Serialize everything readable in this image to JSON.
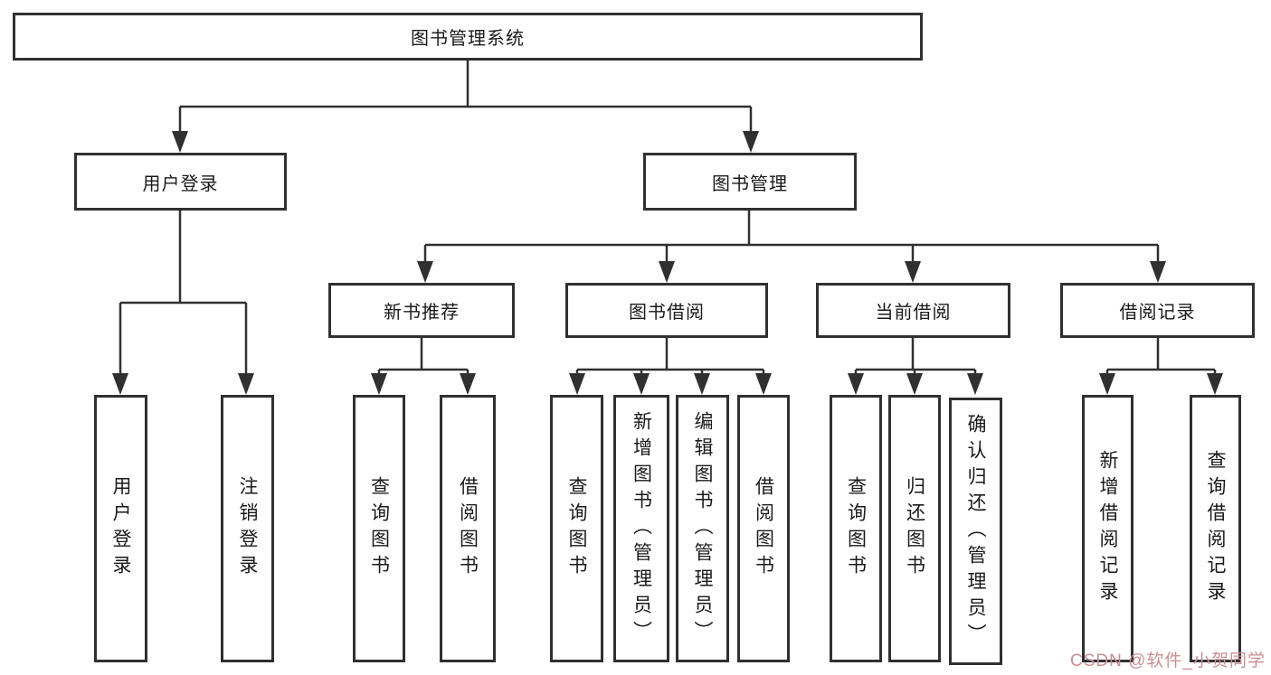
{
  "tree": {
    "root": "图书管理系统",
    "level1": [
      "用户登录",
      "图书管理"
    ],
    "userLoginChildren": [
      "用户登录",
      "注销登录"
    ],
    "bookMgmtSections": [
      "新书推荐",
      "图书借阅",
      "当前借阅",
      "借阅记录"
    ],
    "newBookChildren": [
      "查询图书",
      "借阅图书"
    ],
    "bookBorrowChildren": [
      "查询图书",
      "新增图书（管理员）",
      "编辑图书（管理员）",
      "借阅图书"
    ],
    "currentBorrowChildren": [
      "查询图书",
      "归还图书",
      "确认归还（管理员）"
    ],
    "borrowRecordChildren": [
      "新增借阅记录",
      "查询借阅记录"
    ]
  },
  "watermark": "CSDN @软件_小贺同学",
  "colors": {
    "line": "#303030",
    "text": "#1a1a1a",
    "watermark": "#cb8e97",
    "background": "#ffffff"
  }
}
